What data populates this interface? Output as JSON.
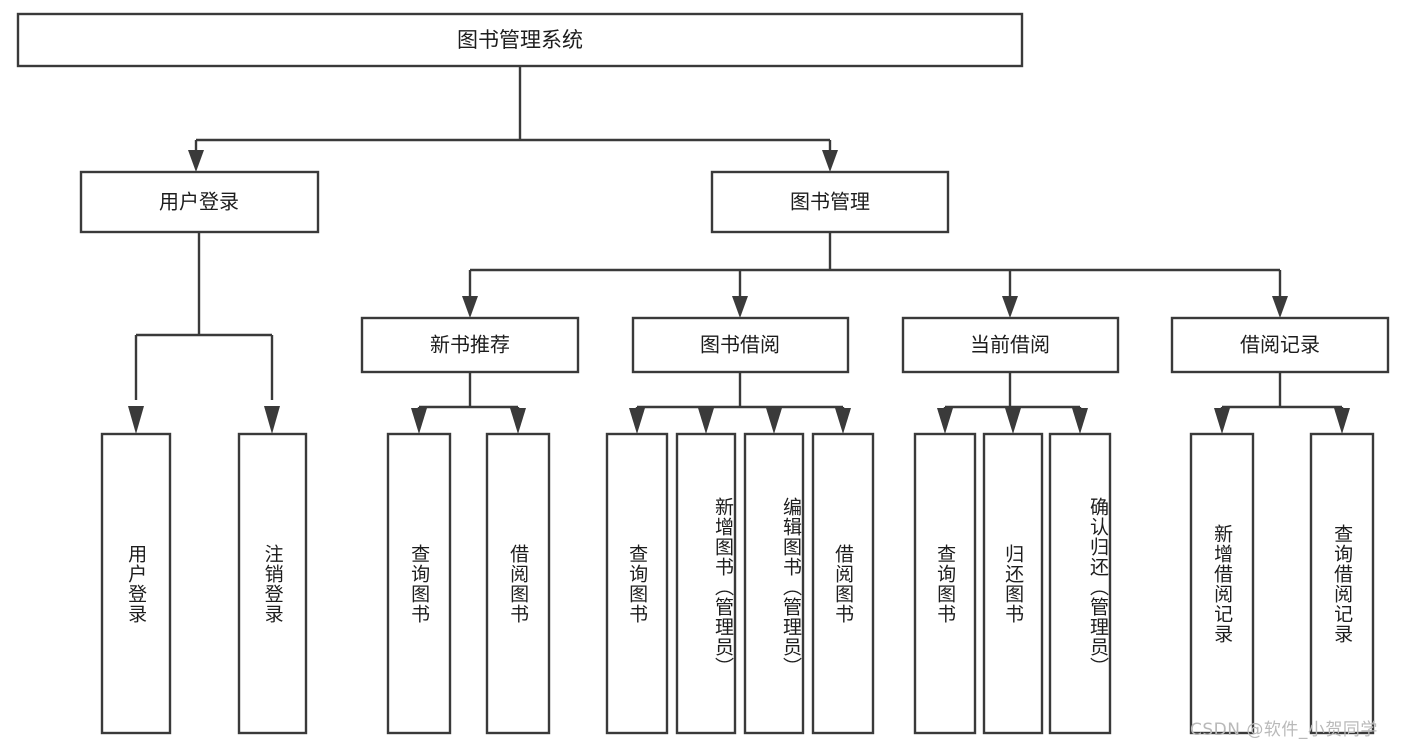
{
  "diagram": {
    "type": "tree-hierarchy",
    "orientation": "top-down",
    "title_text": "图书管理系统",
    "colors": {
      "box_stroke": "#3a3a3a",
      "box_fill": "#ffffff",
      "edge": "#3a3a3a",
      "text": "#1d1d1d",
      "watermark": "#b9b9b9",
      "background": "#ffffff"
    },
    "levels": {
      "root": {
        "label": "图书管理系统"
      },
      "level2": [
        {
          "id": "user-login",
          "label": "用户登录"
        },
        {
          "id": "book-manage",
          "label": "图书管理"
        }
      ],
      "level3": [
        {
          "id": "new-book-recommend",
          "label": "新书推荐"
        },
        {
          "id": "book-borrow",
          "label": "图书借阅"
        },
        {
          "id": "current-borrow",
          "label": "当前借阅"
        },
        {
          "id": "borrow-record",
          "label": "借阅记录"
        }
      ],
      "leaves": [
        {
          "id": "leaf-user-login",
          "parent": "user-login",
          "label": "用户登录",
          "align": "center"
        },
        {
          "id": "leaf-logout-login",
          "parent": "user-login",
          "label": "注销登录",
          "align": "center"
        },
        {
          "id": "leaf-query-book-1",
          "parent": "new-book-recommend",
          "label": "查询图书",
          "align": "center"
        },
        {
          "id": "leaf-borrow-book-1",
          "parent": "new-book-recommend",
          "label": "借阅图书",
          "align": "center"
        },
        {
          "id": "leaf-query-book-2",
          "parent": "book-borrow",
          "label": "查询图书",
          "align": "center"
        },
        {
          "id": "leaf-add-book",
          "parent": "book-borrow",
          "label": "新增图书（管理员）",
          "align": "top"
        },
        {
          "id": "leaf-edit-book",
          "parent": "book-borrow",
          "label": "编辑图书（管理员）",
          "align": "top"
        },
        {
          "id": "leaf-borrow-book-2",
          "parent": "book-borrow",
          "label": "借阅图书",
          "align": "center"
        },
        {
          "id": "leaf-query-book-3",
          "parent": "current-borrow",
          "label": "查询图书",
          "align": "center"
        },
        {
          "id": "leaf-return-book",
          "parent": "current-borrow",
          "label": "归还图书",
          "align": "center"
        },
        {
          "id": "leaf-confirm-return",
          "parent": "current-borrow",
          "label": "确认归还（管理员）",
          "align": "top"
        },
        {
          "id": "leaf-add-record",
          "parent": "borrow-record",
          "label": "新增借阅记录",
          "align": "center"
        },
        {
          "id": "leaf-query-record",
          "parent": "borrow-record",
          "label": "查询借阅记录",
          "align": "center"
        }
      ]
    }
  },
  "watermark": {
    "text": "CSDN @软件_小贺同学"
  }
}
